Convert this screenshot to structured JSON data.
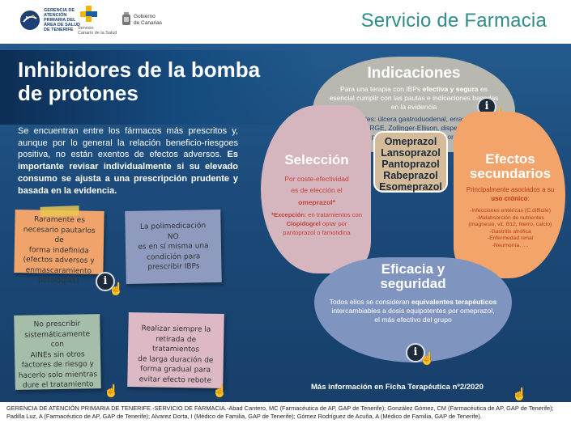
{
  "header": {
    "logo1_lines": [
      "GERENCIA DE",
      "ATENCIÓN",
      "PRIMARIA DEL",
      "ÁREA DE SALUD",
      "DE TENERIFE"
    ],
    "logo2_lines": [
      "Servicio",
      "Canario de la Salud"
    ],
    "logo3_lines": [
      "Gobierno",
      "de Canarias"
    ],
    "service_title": "Servicio de Farmacia"
  },
  "main": {
    "title_line1": "Inhibidores de la bomba",
    "title_line2": "de protones",
    "intro_normal": "Se encuentran entre los fármacos más prescritos y, aunque por lo general la relación beneficio-riesgoes positiva, no están exentos de efectos adversos.",
    "intro_bold": "Es importante revisar individualmente si su elevado consumo se ajusta a una prescripción prudente y basada en la evidencia."
  },
  "notes": [
    {
      "lines": [
        "Raramente es",
        "necesario pautarlos de",
        "forma indefinida",
        "(efectos adversos y",
        "enmascaramiento",
        "patologías)"
      ],
      "color": "#f0a46b"
    },
    {
      "lines": [
        "La polimedicación",
        "NO",
        "es en sí misma una",
        "condición para",
        "prescribir IBPs"
      ],
      "color": "#8e9bbf"
    },
    {
      "lines": [
        "No prescribir",
        "sistemáticamente con",
        "AINEs sin otros",
        "factores de riesgo y",
        "hacerlo solo mientras",
        "dure el tratamiento"
      ],
      "color": "#a5bea9"
    },
    {
      "lines": [
        "Realizar siempre la",
        "retirada de tratamientos",
        "de larga duración de",
        "forma gradual para",
        "evitar efecto rebote"
      ],
      "color": "#dcb9c5"
    }
  ],
  "indicaciones": {
    "title": "Indicaciones",
    "text_a": "Para una terapia con IBPs ",
    "text_bold1": "efectiva y segura",
    "text_b": " es esencial cumplir con las pautas e indicaciones basadas en la evidencia",
    "principales": "Principales: úlcera gastroduodenal, erradicación H.pylori, ERGE, Zollinger-Ellison, dispepsia (fuera de FT), prevención gastropatía por AINE (si riesgo)"
  },
  "seleccion": {
    "title": "Selección",
    "line1": "Por coste-efectividad",
    "line2": "es de elección el",
    "drug": "omeprazol*",
    "exc_label": "*Excepción",
    "exc_text_a": ": en tratamientos con ",
    "exc_drug": "Clopidogrel",
    "exc_text_b": " optar por pantoprazol o famotidina"
  },
  "efectos": {
    "title_line1": "Efectos",
    "title_line2": "secundarios",
    "intro_a": "Principalmente asociados a su ",
    "intro_bold": "uso crónico",
    "intro_b": ":",
    "items": [
      "-Infecciones entéricas (C.difficile)",
      "-Malabsorción de nutrientes",
      "(magnesio, vit. B12, hierro, calcio)",
      "-Gastritis atrófica",
      "-Enfermedad renal",
      "-Neumonía, ...."
    ]
  },
  "eficacia": {
    "title_line1": "Eficacia y",
    "title_line2": "seguridad",
    "text_a": "Todos ellos se consideran ",
    "text_bold": "equivalentes terapéuticos",
    "text_b": " intercambiables a dosis equipotentes por omeprazol, el más efectivo del grupo"
  },
  "drugs": [
    "Omeprazol",
    "Lansoprazol",
    "Pantoprazol",
    "Rabeprazol",
    "Esomeprazol"
  ],
  "more_info": "Más información en Ficha Terapéutica nº2/2020",
  "credits": "GERENCIA DE ATENCIÓN PRIMARIA DE TENERIFE.-SERVICIO DE FARMACIA.-Abad Cantero, MC (Farmacéutica de AP, GAP de Tenerife); González Gómez, CM (Farmacéutica de AP, GAP de Tenerife); Padilla Luz, A (Farmacéutico de AP, GAP de Tenerife); Alvarez Dorta, I (Médico de Familia, GAP de Tenerife); Gómez Rodríguez de Acuña, A (Médico de Familia, GAP de Tenerife).",
  "colors": {
    "teal_title": "#2f8d8b",
    "blue_panel": "#1c4b7b",
    "indicaciones": "#b8b8b0",
    "seleccion": "#d6b6be",
    "efectos": "#f3a46b",
    "eficacia": "#7f95c0",
    "center": "#d4bb9a"
  },
  "icons": [
    "info-icon",
    "pointing-hand-icon"
  ]
}
